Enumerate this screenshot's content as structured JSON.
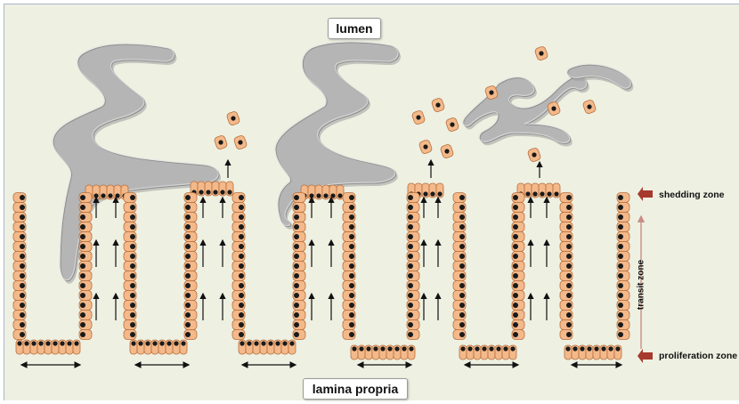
{
  "labels": {
    "lumen": "lumen",
    "lamina_propria": "lamina propria",
    "shedding_zone": "shedding zone",
    "transit_zone": "transit zone",
    "proliferation_zone": "proliferation zone"
  },
  "colors": {
    "background": "#eef0e2",
    "cell_fill": "#f4b98a",
    "cell_stroke": "#b86f3c",
    "nucleus": "#1a1a1a",
    "mucus": "#b5b5b5",
    "zone_arrow": "#a63a2c",
    "transit_line": "#c98f86"
  }
}
